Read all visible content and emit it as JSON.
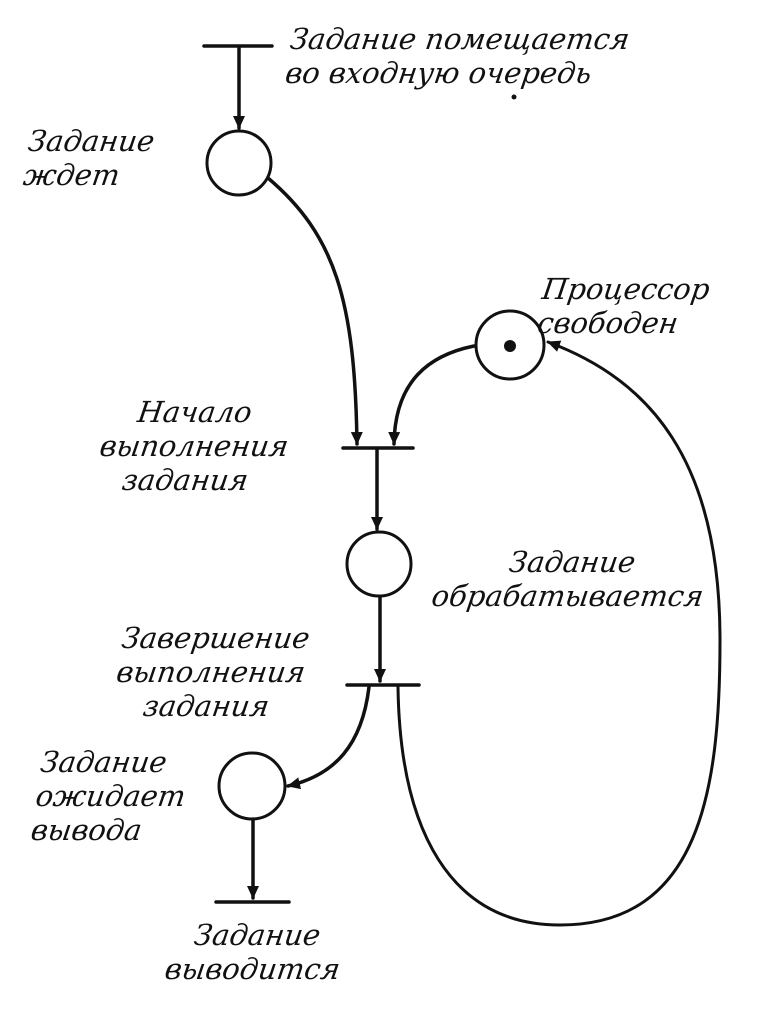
{
  "colors": {
    "ink": "#111111",
    "background": "#ffffff"
  },
  "labels": {
    "input_queue": [
      "Задание помещается",
      "во входную очередь"
    ],
    "job_waits": [
      "Задание",
      "ждет"
    ],
    "processor_free": [
      "Процессор",
      "свободен"
    ],
    "start_execution": [
      "Начало",
      "выполнения",
      "задания"
    ],
    "job_processing": [
      "Задание",
      "обрабатывается"
    ],
    "end_execution": [
      "Завершение",
      "выполнения",
      "задания"
    ],
    "waiting_output": [
      "Задание",
      "ожидает",
      "вывода"
    ],
    "job_output": [
      "Задание",
      "выводится"
    ]
  }
}
